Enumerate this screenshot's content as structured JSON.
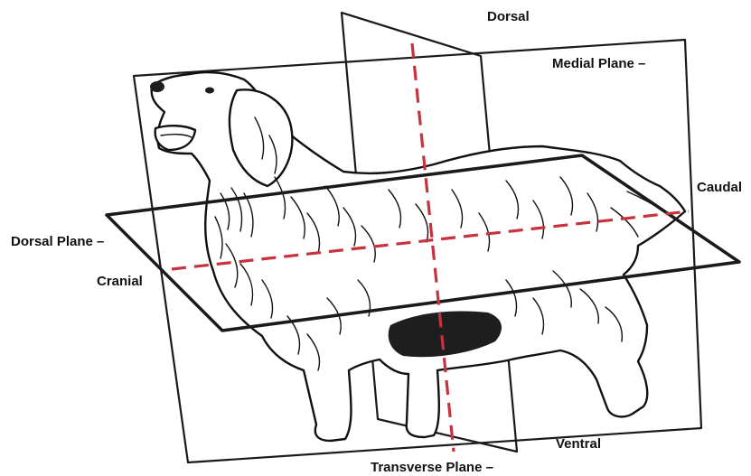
{
  "labels": {
    "dorsal": "Dorsal",
    "medial_plane": "Medial Plane –",
    "caudal": "Caudal",
    "dorsal_plane": "Dorsal Plane –",
    "cranial": "Cranial",
    "ventral": "Ventral",
    "transverse_plane": "Transverse Plane –"
  },
  "colors": {
    "axis_dash": "#c8323f",
    "plane_stroke": "#1a1a1a",
    "label_text": "#111111"
  }
}
